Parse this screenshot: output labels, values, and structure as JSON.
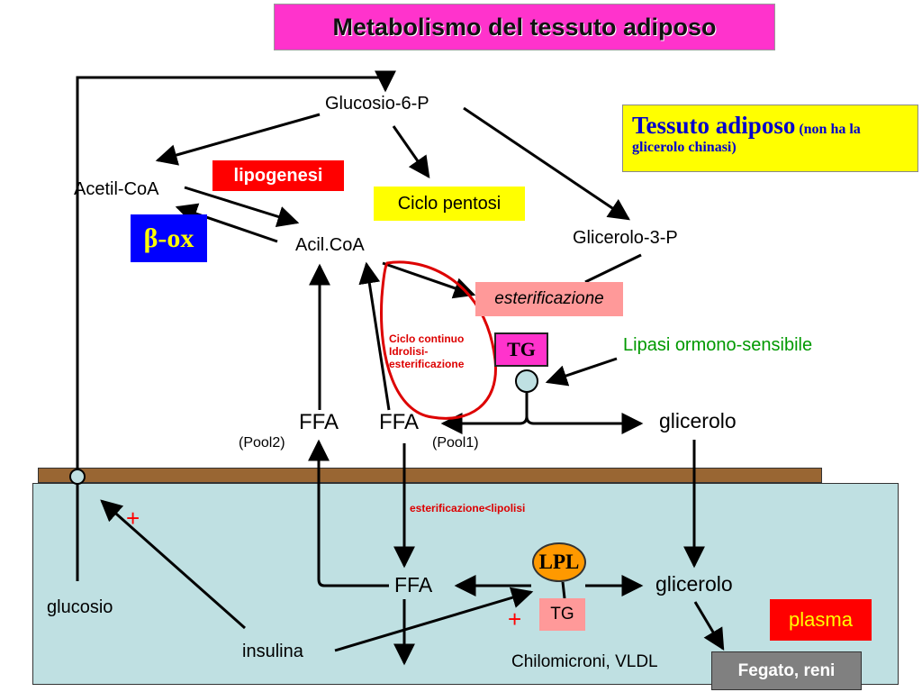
{
  "title": "Metabolismo del tessuto adiposo",
  "adipose_note": {
    "main": "Tessuto adiposo",
    "sub": "(non ha la glicerolo chinasi)"
  },
  "nodes": {
    "glucosio6p": "Glucosio-6-P",
    "acetilcoa": "Acetil-CoA",
    "acilcoa": "Acil.CoA",
    "glicerolo3p": "Glicerolo-3-P",
    "ffa_pool2": "FFA",
    "ffa_pool1": "FFA",
    "pool2": "(Pool2)",
    "pool1": "(Pool1)",
    "glicerolo_cell": "glicerolo",
    "glucosio": "glucosio",
    "insulina": "insulina",
    "ffa_plasma": "FFA",
    "glicerolo_plasma": "glicerolo",
    "chilomicroni": "Chilomicroni, VLDL"
  },
  "labels": {
    "lipogenesi": "lipogenesi",
    "ciclo_pentosi": "Ciclo pentosi",
    "beta_ox": "β-ox",
    "esterificazione": "esterificazione",
    "tg_cell": "TG",
    "lipasi": "Lipasi ormono-sensibile",
    "ciclo_continuo": "Ciclo continuo\nIdrolisi-\nesterificazione",
    "ester_lt_lipolisi": "esterificazione<lipolisi",
    "lpl": "LPL",
    "tg_plasma": "TG",
    "plasma": "plasma",
    "fegato_reni": "Fegato, reni",
    "plus": "+"
  },
  "colors": {
    "title_bg": "#ff33cc",
    "adipose_bg": "#ffff00",
    "adipose_text": "#0000cc",
    "lipogenesi_bg": "#ff0000",
    "pentosi_bg": "#ffff00",
    "betaox_bg": "#0000ff",
    "betaox_text": "#ffff00",
    "esterificazione_bg": "#ff9999",
    "tg_cell_bg": "#ff33cc",
    "lipasi_text": "#009900",
    "cycle_red": "#dd0000",
    "membrane": "#996633",
    "plasma_area": "#bfe0e2",
    "lpl_bg": "#ff9900",
    "plasma_box_bg": "#ff0000",
    "plasma_box_text": "#ffff00",
    "fegato_bg": "#808080",
    "receptor": "#bfe0e2"
  }
}
